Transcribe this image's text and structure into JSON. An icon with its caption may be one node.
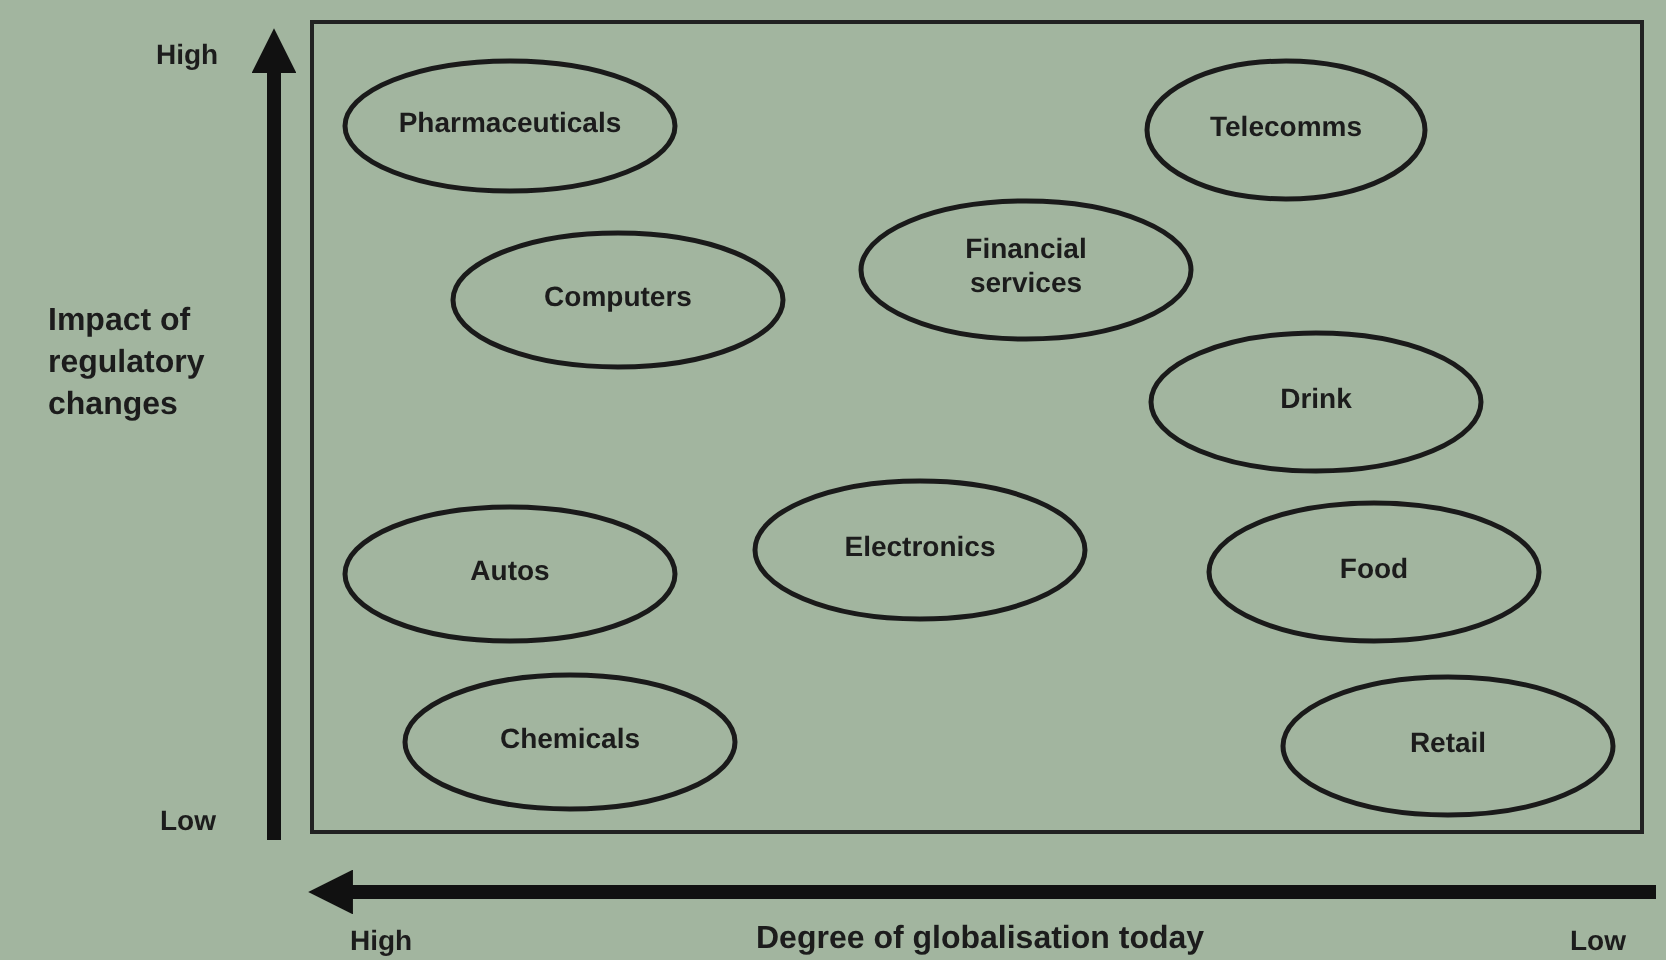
{
  "diagram": {
    "nodes": [
      {
        "text": [],
        "shape": "box"
      },
      {
        "text": [
          "Pharmaceuticals"
        ],
        "in": 0
      },
      {
        "text": [
          "Telecomms"
        ],
        "in": 0
      },
      {
        "text": [
          "Financial services"
        ],
        "in": 0
      },
      {
        "text": [
          "Computers"
        ],
        "in": 0
      },
      {
        "text": [
          "Drink"
        ],
        "in": 0
      },
      {
        "text": [
          "Autos"
        ],
        "in": 0
      },
      {
        "text": [
          "Electronics"
        ],
        "in": 0
      },
      {
        "text": [
          "Food"
        ],
        "in": 0
      },
      {
        "text": [
          "Chemicals"
        ],
        "in": 0
      },
      {
        "text": [
          "Retail"
        ],
        "in": 0
      }
    ],
    "labels": [
      "High",
      "Impact of regulatory changes",
      "Low",
      "High",
      "Degree of globalisation today",
      "Low"
    ]
  }
}
